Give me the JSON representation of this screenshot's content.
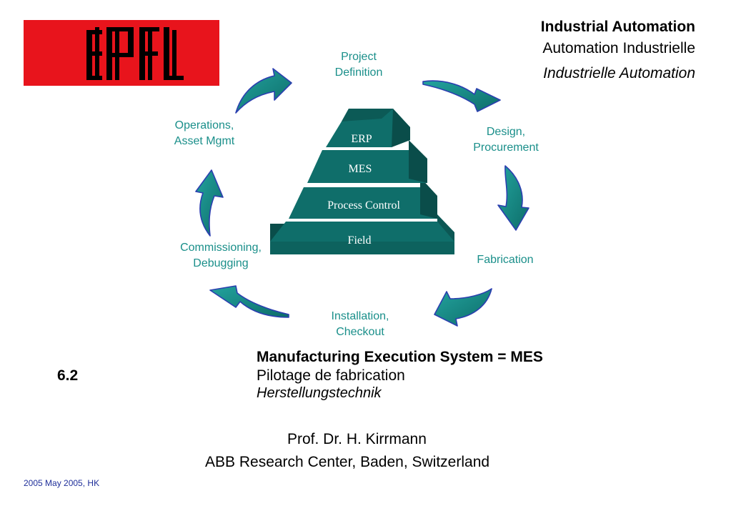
{
  "header": {
    "logo_text": "EPFL",
    "title_bold": "Industrial Automation",
    "title_fr": "Automation Industrielle",
    "title_de": "Industrielle Automation"
  },
  "cycle": {
    "project_definition": "Project\nDefinition",
    "design_procurement": "Design,\nProcurement",
    "fabrication": "Fabrication",
    "installation_checkout": "Installation,\nCheckout",
    "commissioning_debugging": "Commissioning,\nDebugging",
    "operations_asset_mgmt": "Operations,\nAsset Mgmt"
  },
  "pyramid": {
    "levels": [
      "ERP",
      "MES",
      "Process Control",
      "Field"
    ]
  },
  "colors": {
    "logo_red": "#e8141c",
    "teal": "#0f6e6a",
    "teal_dark": "#0a4d4a",
    "arrow_fill": "#1a8a86",
    "arrow_edge": "#2b3fb0",
    "cycle_text": "#1a8f8a"
  },
  "section": {
    "number": "6.2",
    "title_en": "Manufacturing Execution System = MES",
    "title_fr": "Pilotage de fabrication",
    "title_de": "Herstellungstechnik"
  },
  "author": {
    "name": "Prof. Dr. H. Kirrmann",
    "affiliation": "ABB Research Center, Baden, Switzerland"
  },
  "footer": {
    "date": "2005 May 2005, HK"
  }
}
